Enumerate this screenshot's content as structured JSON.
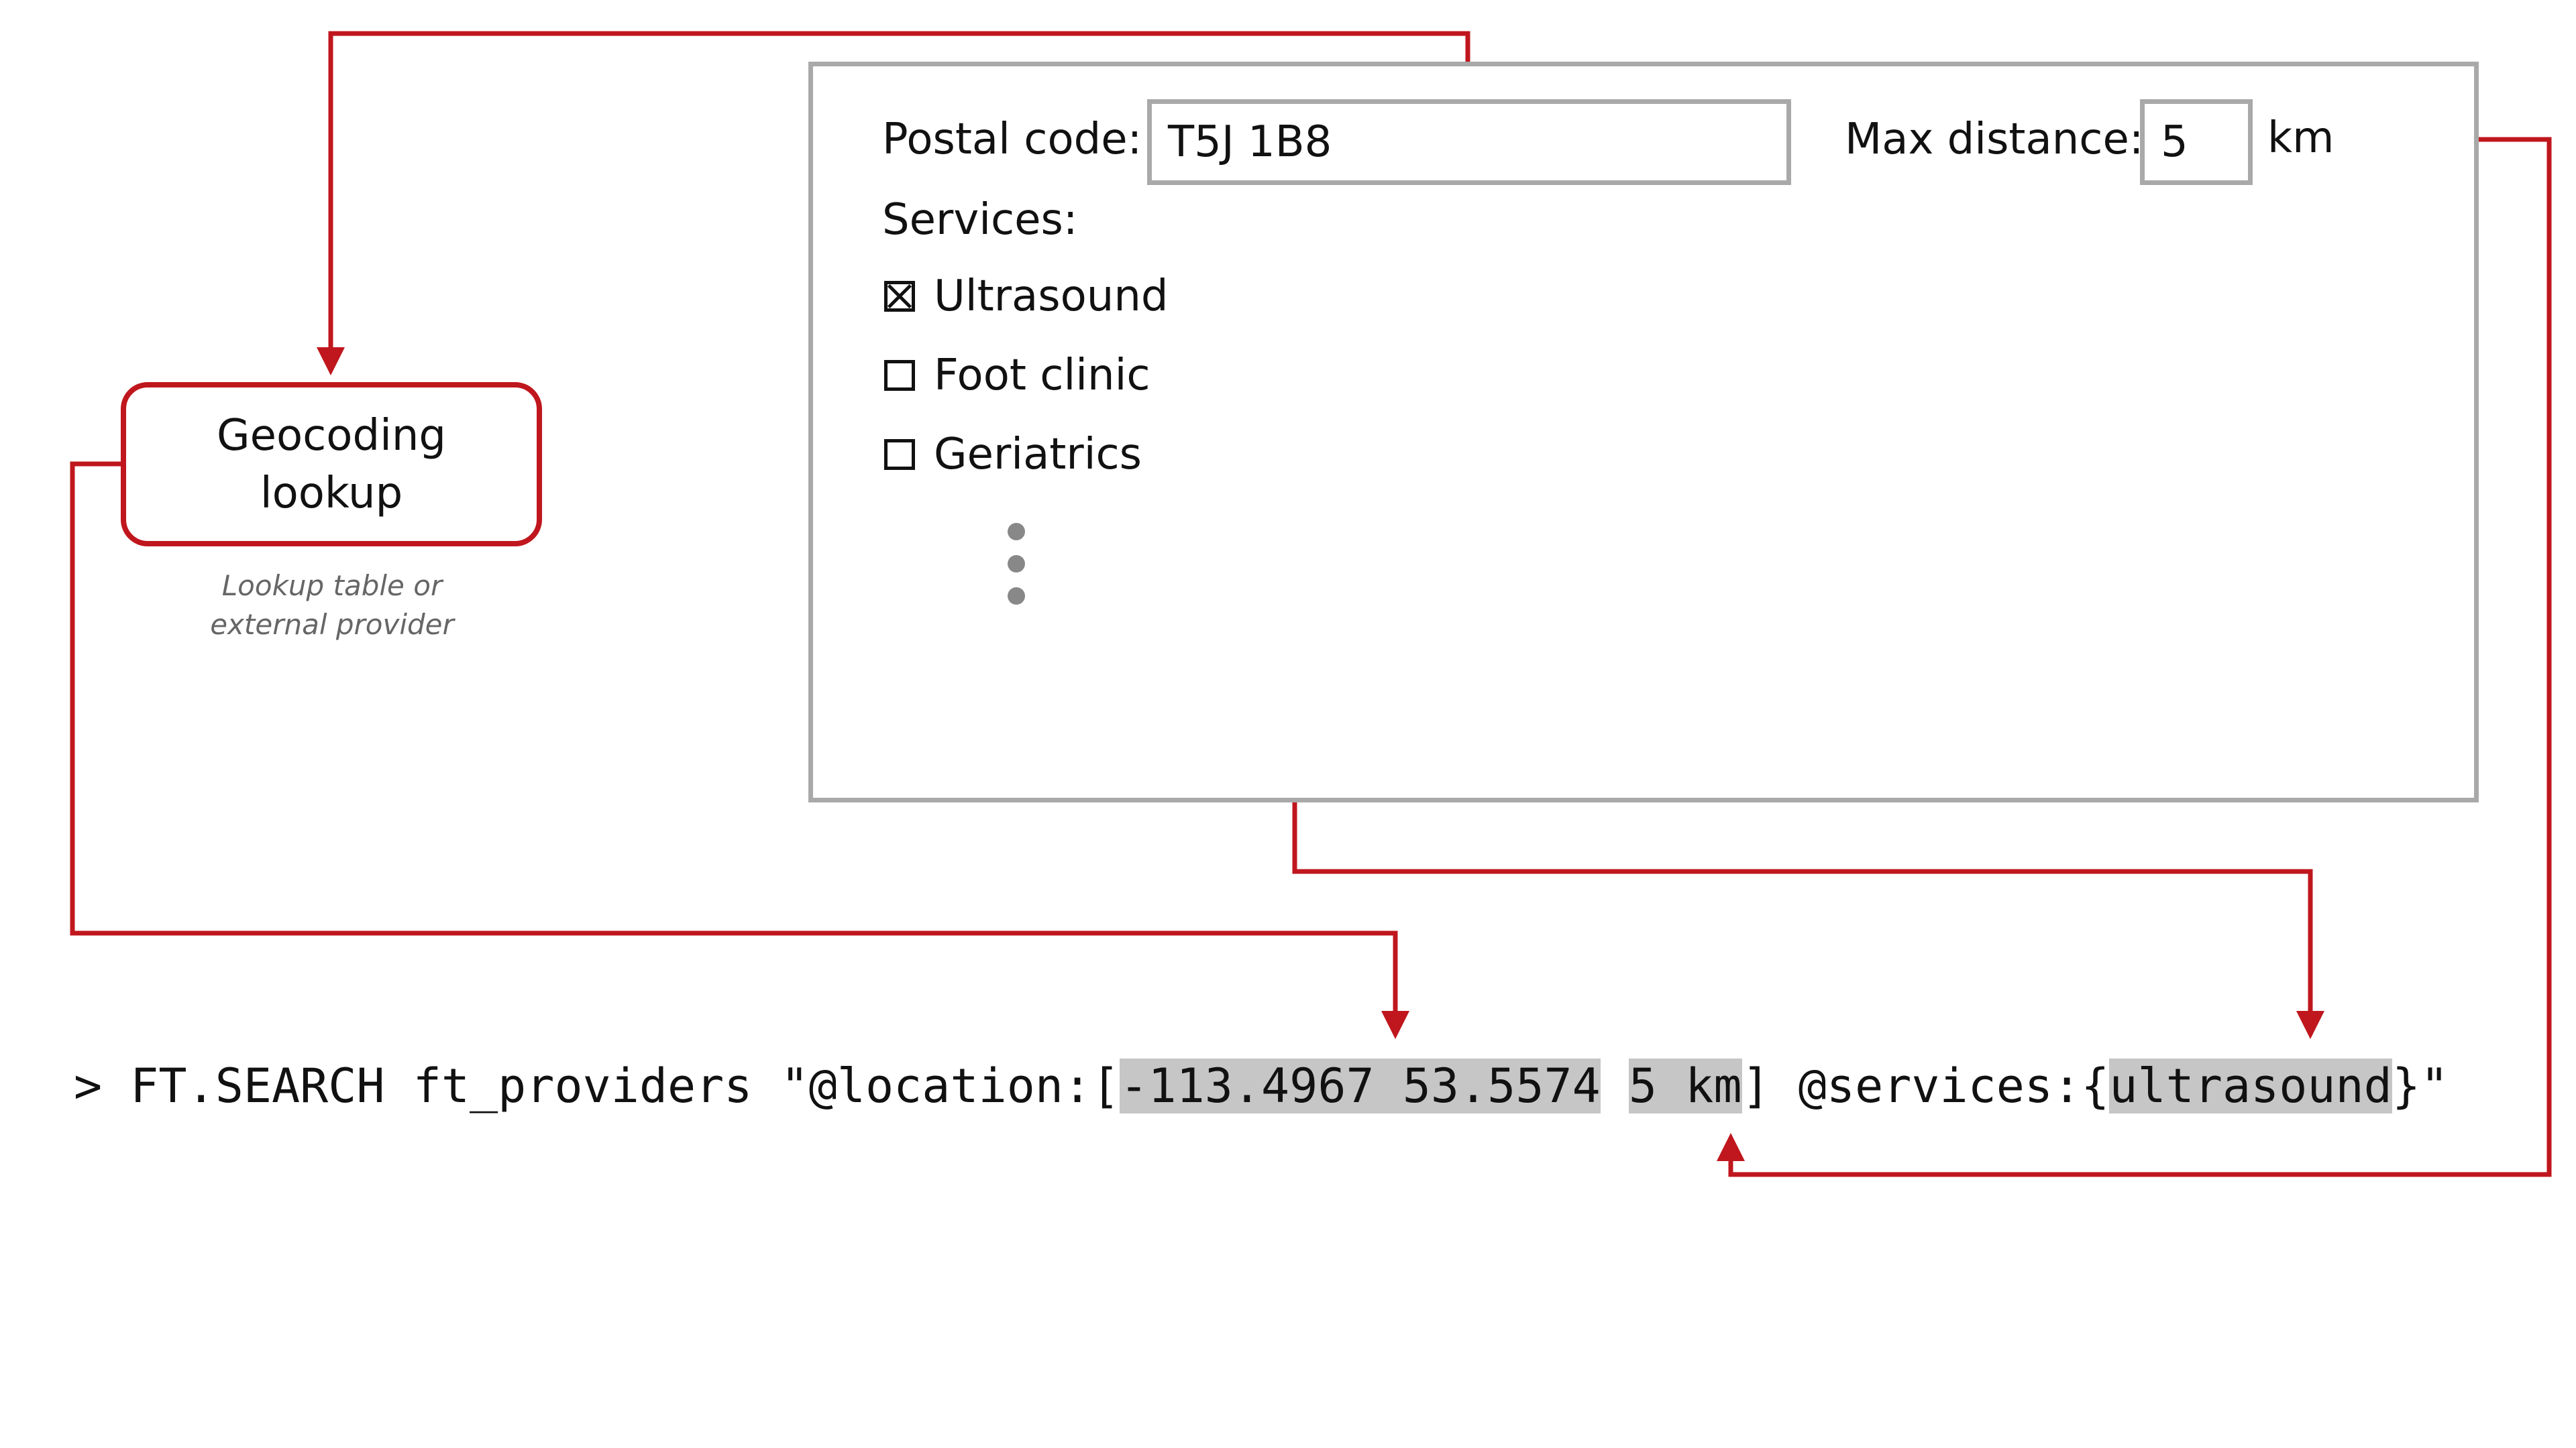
{
  "form": {
    "postal_code_label": "Postal code:",
    "postal_code_value": "T5J 1B8",
    "max_distance_label": "Max distance:",
    "max_distance_value": "5",
    "distance_unit": "km",
    "services_label": "Services:",
    "services": [
      {
        "label": "Ultrasound",
        "checked": true
      },
      {
        "label": "Foot clinic",
        "checked": false
      },
      {
        "label": "Geriatrics",
        "checked": false
      }
    ]
  },
  "geocoding": {
    "title": "Geocoding lookup",
    "note": "Lookup table or external provider"
  },
  "command": {
    "prefix": "> FT.SEARCH ft_providers \"@location:[",
    "coords": "-113.4967 53.5574",
    "gap": " ",
    "radius": "5 km",
    "middle": "] @services:{",
    "service": "ultrasound",
    "suffix": "}\""
  },
  "colors": {
    "connector": "#c0161d",
    "highlight": "#c6c6c6",
    "panel_border": "#a9a9a9"
  }
}
